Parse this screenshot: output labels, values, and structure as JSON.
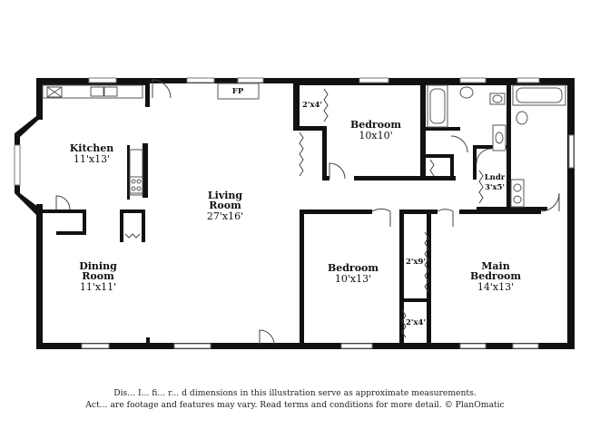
{
  "rooms": {
    "kitchen": {
      "name": "Kitchen",
      "dims": "11'x13'"
    },
    "living": {
      "name_1": "Living",
      "name_2": "Room",
      "dims": "27'x16'"
    },
    "dining": {
      "name_1": "Dining",
      "name_2": "Room",
      "dims": "11'x11'"
    },
    "bedroom1": {
      "name": "Bedroom",
      "dims": "10x10'"
    },
    "bedroom2": {
      "name": "Bedroom",
      "dims": "10'x13'"
    },
    "main": {
      "name_1": "Main",
      "name_2": "Bedroom",
      "dims": "14'x13'"
    },
    "laundry": {
      "name": "Lndr",
      "dims": "3'x5'"
    }
  },
  "closets": {
    "closet_a": "2'x4'",
    "closet_b": "2'x9'",
    "closet_c": "2'x4'"
  },
  "fireplace": "FP",
  "disclaimer": {
    "line1": "Dis... I... fi... r... d dimensions in this illustration serve as approximate measurements.",
    "line2": "Act... are footage and features may vary. Read terms and conditions for more detail. © PlanOmatic"
  }
}
